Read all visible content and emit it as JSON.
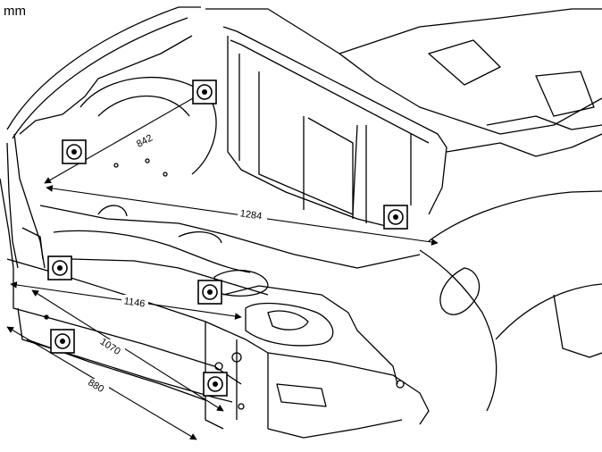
{
  "unit_label": "mm",
  "dimensions": [
    {
      "id": "d842",
      "label": "842"
    },
    {
      "id": "d1284",
      "label": "1284"
    },
    {
      "id": "d1146",
      "label": "1146"
    },
    {
      "id": "d1070",
      "label": "1070"
    },
    {
      "id": "d880",
      "label": "880"
    }
  ],
  "reference_point_icon": "target-square-icon"
}
